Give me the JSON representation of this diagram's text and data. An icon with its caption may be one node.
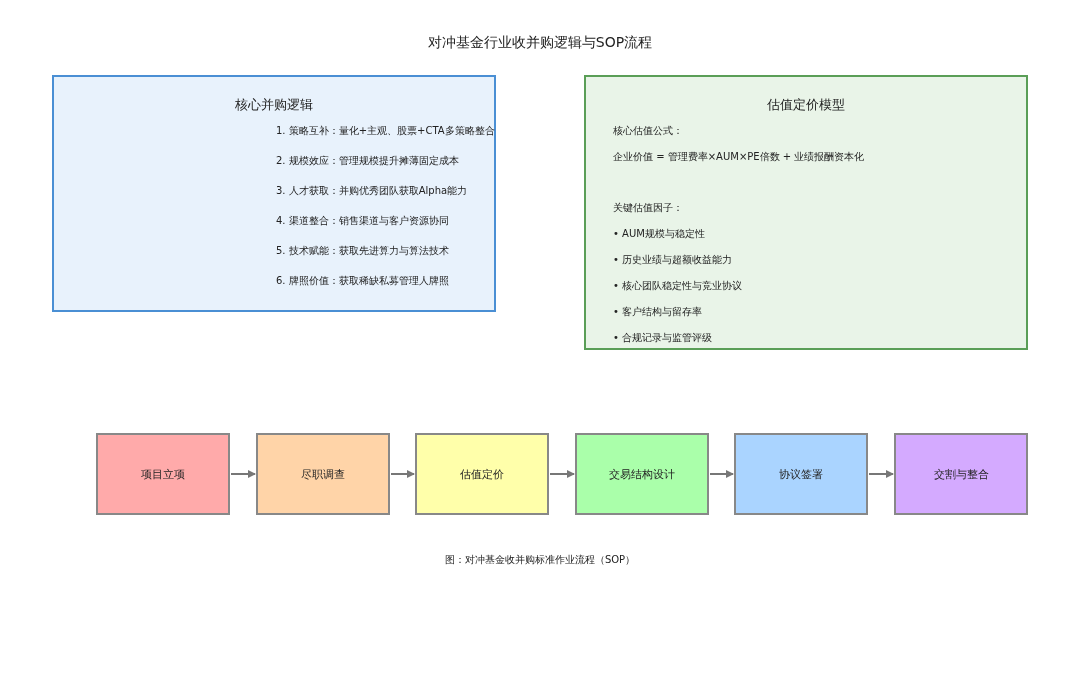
{
  "diagram": {
    "title": "对冲基金行业收并购逻辑与SOP流程",
    "caption": "图：对冲基金收并购标准作业流程（SOP）",
    "nodes": [
      {
        "text": [
          "核心并购逻辑",
          "1. 策略互补：量化+主观、股票+CTA多策略整合",
          "2. 规模效应：管理规模提升摊薄固定成本",
          "3. 人才获取：并购优秀团队获取Alpha能力",
          "4. 渠道整合：销售渠道与客户资源协同",
          "5. 技术赋能：获取先进算力与算法技术",
          "6. 牌照价值：获取稀缺私募管理人牌照"
        ]
      },
      {
        "text": [
          "估值定价模型",
          "核心估值公式：",
          "企业价值 = 管理费率×AUM×PE倍数 + 业绩报酬资本化",
          "关键估值因子：",
          "• AUM规模与稳定性",
          "• 历史业绩与超额收益能力",
          "• 核心团队稳定性与竞业协议",
          "• 客户结构与留存率",
          "• 合规记录与监管评级"
        ]
      },
      {
        "text": [
          "项目立项"
        ]
      },
      {
        "text": [
          "尽职调查"
        ]
      },
      {
        "text": [
          "估值定价"
        ]
      },
      {
        "text": [
          "交易结构设计"
        ]
      },
      {
        "text": [
          "协议签署"
        ]
      },
      {
        "text": [
          "交割与整合"
        ]
      }
    ],
    "edges": [
      {
        "from": 2,
        "to": 3,
        "arrow": "to"
      },
      {
        "from": 3,
        "to": 4,
        "arrow": "to"
      },
      {
        "from": 4,
        "to": 5,
        "arrow": "to"
      },
      {
        "from": 5,
        "to": 6,
        "arrow": "to"
      },
      {
        "from": 6,
        "to": 7,
        "arrow": "to"
      }
    ]
  }
}
